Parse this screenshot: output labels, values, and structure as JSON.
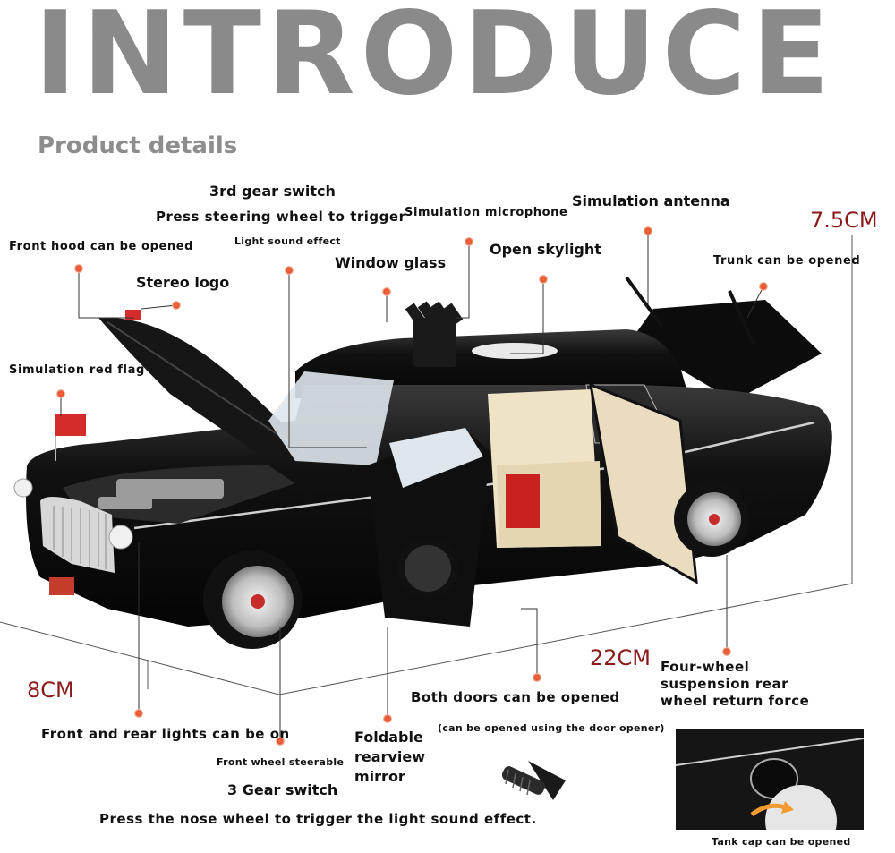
{
  "header": {
    "title": "INTRODUCE",
    "subtitle": "Product details"
  },
  "dimensions": {
    "height": "7.5CM",
    "length": "22CM",
    "width": "8CM"
  },
  "callouts": {
    "gear_switch_3rd": "3rd gear switch",
    "press_steering": "Press steering wheel to trigger",
    "light_sound": "Light sound effect",
    "simulation_microphone": "Simulation microphone",
    "simulation_antenna": "Simulation antenna",
    "front_hood": "Front hood can be opened",
    "stereo_logo": "Stereo logo",
    "window_glass": "Window glass",
    "open_skylight": "Open skylight",
    "trunk": "Trunk can be opened",
    "red_flag": "Simulation red flag",
    "front_rear_lights": "Front and rear lights can be on",
    "front_wheel_steerable": "Front wheel steerable",
    "gear_switch_3": "3 Gear switch",
    "press_nose_wheel": "Press the nose wheel to trigger the light sound effect.",
    "foldable_mirror_1": "Foldable",
    "foldable_mirror_2": "rearview",
    "foldable_mirror_3": "mirror",
    "both_doors": "Both doors can be opened",
    "door_opener_note": "(can be opened using the door opener)",
    "suspension_1": "Four-wheel",
    "suspension_2": "suspension rear",
    "suspension_3": "wheel return force",
    "tank_cap": "Tank cap can be opened"
  },
  "colors": {
    "title_gray": "#8a8a8a",
    "dimension_red": "#8b1a1a",
    "marker_orange": "#e0522b",
    "car_body": "#0e0e0e",
    "interior_cream": "#efe3c6"
  }
}
